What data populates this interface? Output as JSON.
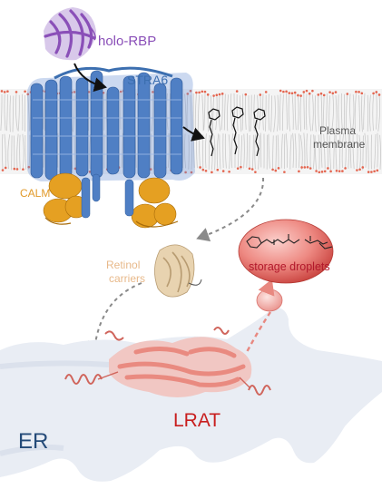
{
  "labels": {
    "holo_rbp": "holo-RBP",
    "stra6": "STRA6",
    "plasma_membrane_line1": "Plasma",
    "plasma_membrane_line2": "membrane",
    "calm": "CALM",
    "retinol_carriers_line1": "Retinol",
    "retinol_carriers_line2": "carriers",
    "storage_droplets": "storage droplets",
    "lrat": "LRAT",
    "er": "ER"
  },
  "colors": {
    "holo_rbp": "#8a4fb8",
    "stra6": "#4f7fc4",
    "calm": "#e5a022",
    "retinol_carriers": "#e8d3b0",
    "lrat": "#e98a80",
    "storage_droplet": "#e06660",
    "er_membrane": "#e9edf4",
    "lipid_head": "#e4654f",
    "lipid_tail": "#c8c8c8"
  },
  "icons": [
    "holo-rbp-protein",
    "stra6-transmembrane-protein",
    "calm-protein",
    "retinol-molecule",
    "retinol-carrier-protein",
    "lrat-enzyme",
    "retinyl-ester-molecule",
    "storage-droplet",
    "endoplasmic-reticulum"
  ]
}
